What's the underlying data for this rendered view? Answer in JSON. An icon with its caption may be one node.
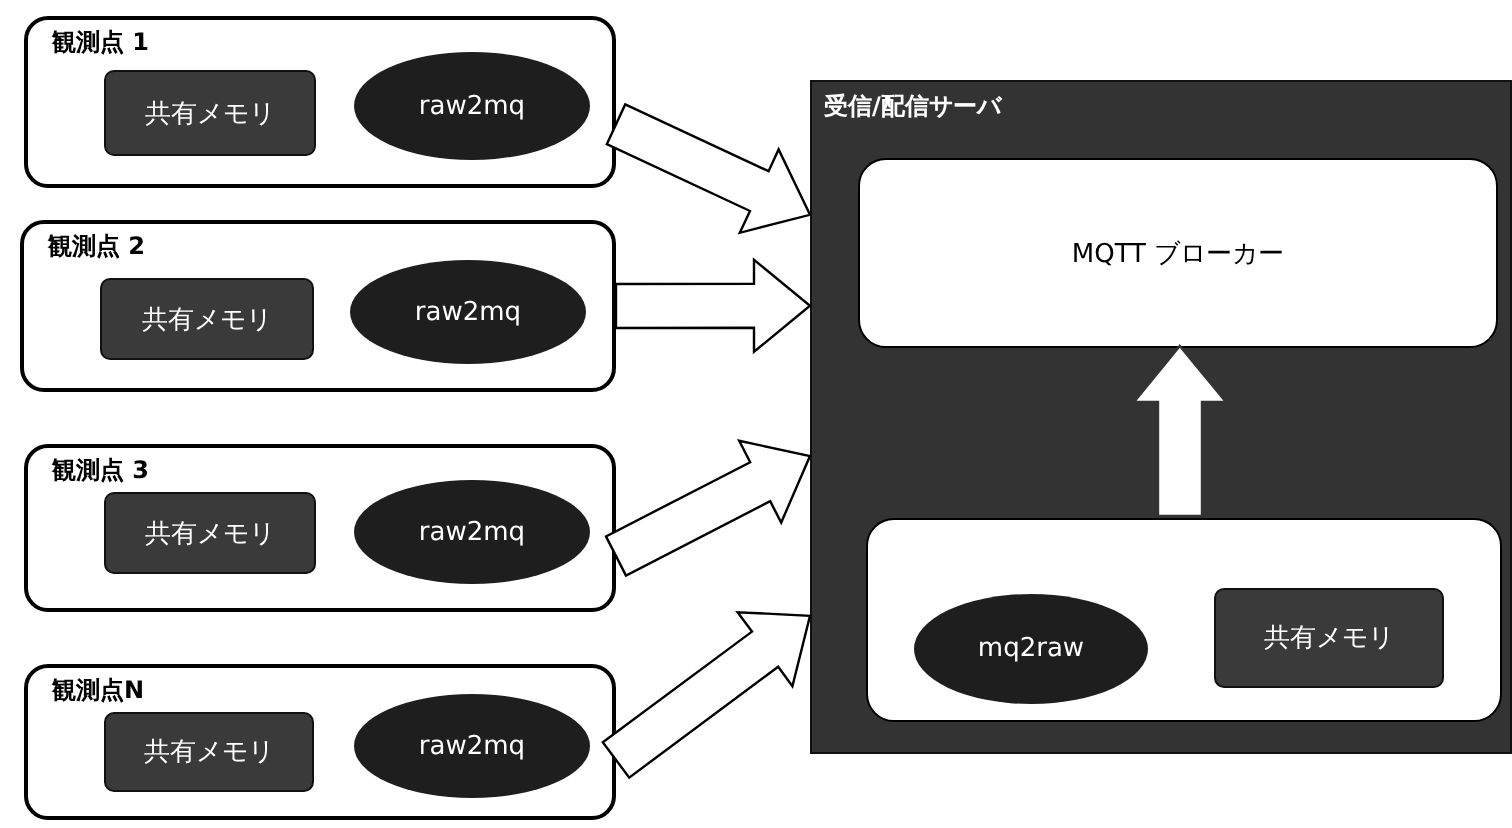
{
  "diagram": {
    "nodes": [
      {
        "text": [
          "観測点 1"
        ]
      },
      {
        "text": [
          "共有メモリ"
        ],
        "in": 0
      },
      {
        "text": [
          "raw2mq"
        ],
        "in": 0
      },
      {
        "text": [
          "観測点 2"
        ]
      },
      {
        "text": [
          "共有メモリ"
        ],
        "in": 3
      },
      {
        "text": [
          "raw2mq"
        ],
        "in": 3
      },
      {
        "text": [
          "観測点 3"
        ]
      },
      {
        "text": [
          "共有メモリ"
        ],
        "in": 6
      },
      {
        "text": [
          "raw2mq"
        ],
        "in": 6
      },
      {
        "text": [
          "観測点N"
        ]
      },
      {
        "text": [
          "共有メモリ"
        ],
        "in": 9
      },
      {
        "text": [
          "raw2mq"
        ],
        "in": 9
      },
      {
        "text": [
          "受信/配信サーバ"
        ]
      },
      {
        "text": [
          "MQTT ブローカー"
        ],
        "in": 12
      },
      {
        "text": [],
        "shape": "box",
        "in": 12
      },
      {
        "text": [
          "mq2raw"
        ],
        "in": 14
      },
      {
        "text": [
          "共有メモリ"
        ],
        "in": 14
      }
    ],
    "edges": [
      {
        "from": 0,
        "to": 12,
        "arrow": "to",
        "style": "thick"
      },
      {
        "from": 3,
        "to": 12,
        "arrow": "to",
        "style": "thick"
      },
      {
        "from": 6,
        "to": 12,
        "arrow": "to",
        "style": "thick"
      },
      {
        "from": 9,
        "to": 12,
        "arrow": "to",
        "style": "thick"
      },
      {
        "from": 14,
        "to": 13,
        "arrow": "to",
        "style": "thick"
      }
    ]
  }
}
